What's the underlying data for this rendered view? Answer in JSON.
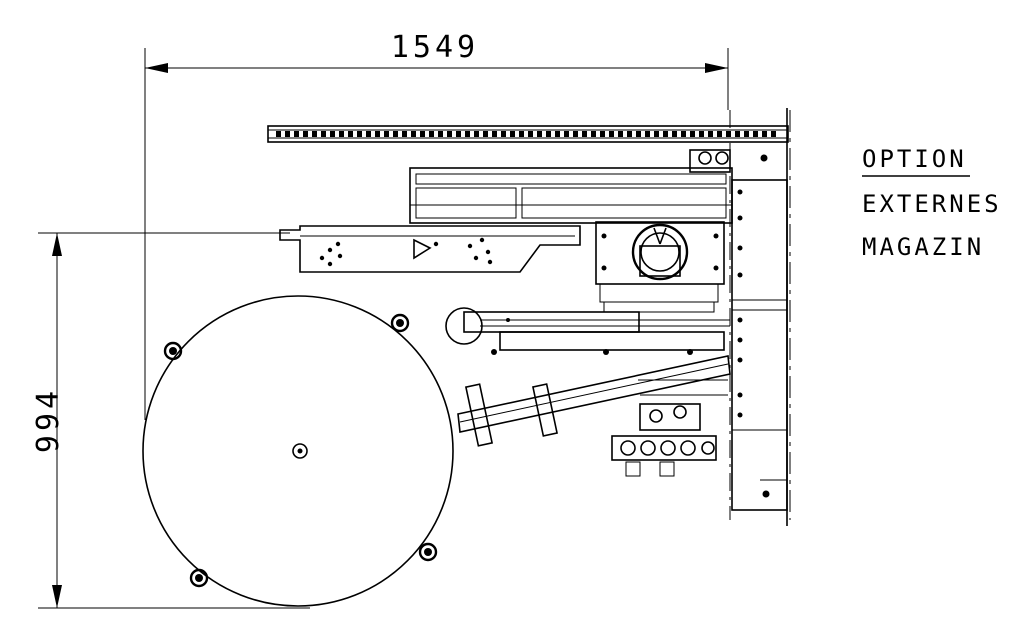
{
  "dimensions": {
    "width_label": "1549",
    "height_label": "994"
  },
  "note": {
    "line1": "OPTION",
    "line2": "EXTERNES",
    "line3": "MAGAZIN"
  },
  "colors": {
    "ink": "#000000",
    "paper": "#ffffff"
  }
}
